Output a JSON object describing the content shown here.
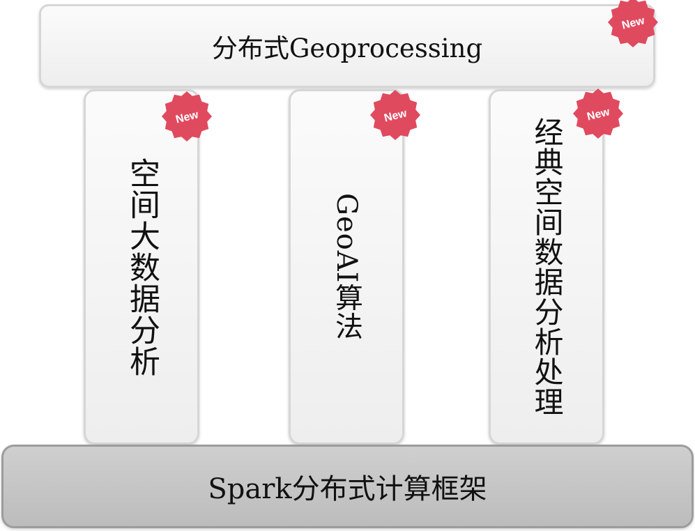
{
  "top": {
    "label": "分布式Geoprocessing"
  },
  "pillars": [
    {
      "label": "空间大数据分析"
    },
    {
      "label": "GeoAI算法"
    },
    {
      "label": "经典空间数据分析处理"
    }
  ],
  "base": {
    "label": "Spark分布式计算框架"
  },
  "badge": {
    "text": "New",
    "color": "#e04a5f"
  },
  "colors": {
    "box_fill": "#f2f2f2",
    "box_border": "#d6d6d6",
    "base_fill": "#c6c6c6",
    "base_border": "#9c9c9c",
    "text": "#111111"
  }
}
